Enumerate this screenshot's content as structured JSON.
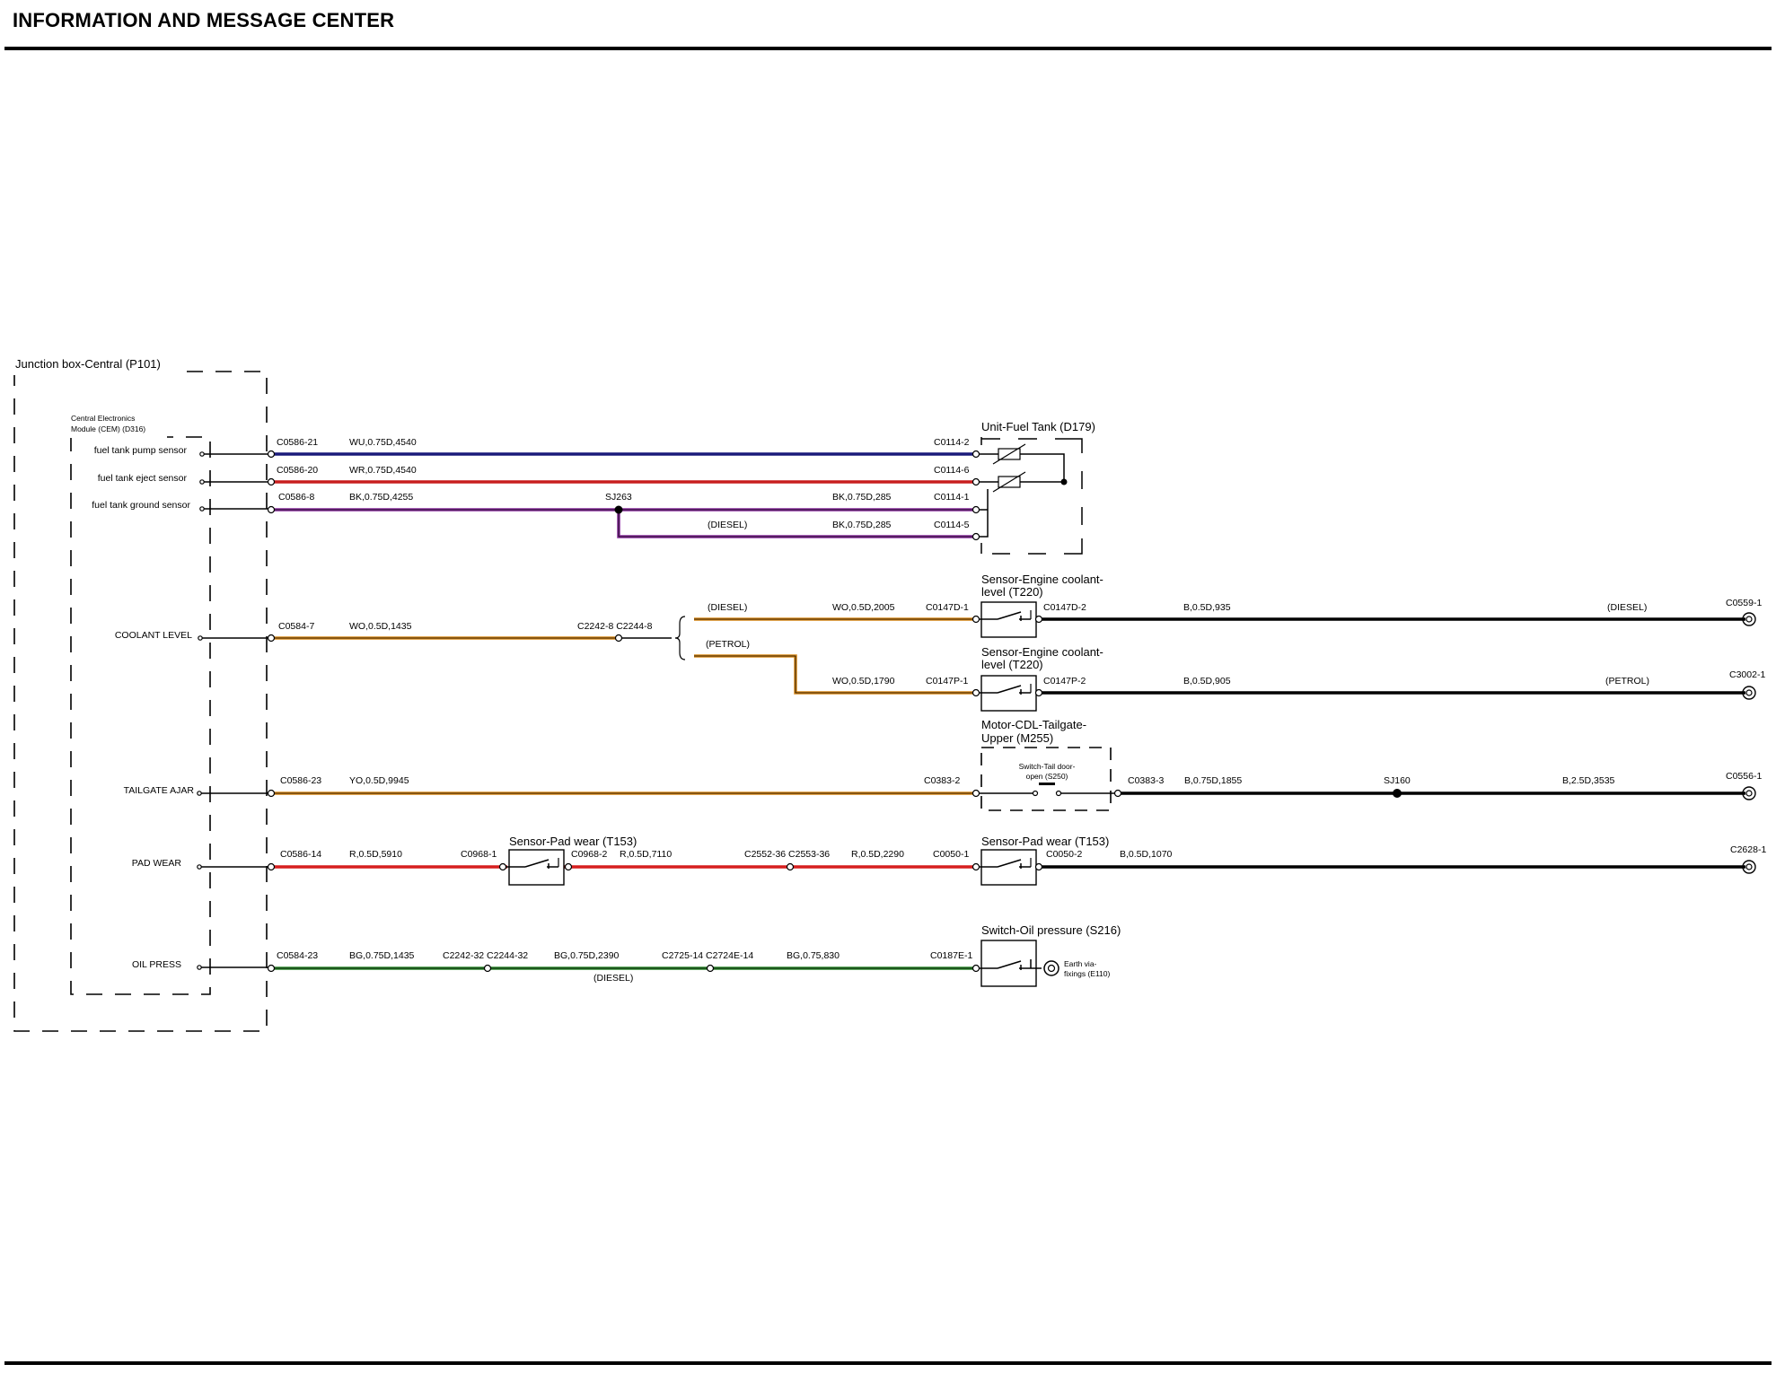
{
  "header": {
    "title": "INFORMATION AND MESSAGE CENTER"
  },
  "junction_box": {
    "label": "Junction box-Central (P101)",
    "module_line1": "Central Electronics",
    "module_line2": "Module (CEM) (D316)",
    "pins": {
      "pump": "fuel tank pump sensor",
      "eject": "fuel tank eject sensor",
      "ground": "fuel tank ground sensor",
      "coolant": "COOLANT LEVEL",
      "tailgate": "TAILGATE AJAR",
      "padwear": "PAD WEAR",
      "oil": "OIL PRESS"
    }
  },
  "components": {
    "fuel_tank": "Unit-Fuel Tank (D179)",
    "coolant_diesel_1": "Sensor-Engine coolant-",
    "coolant_diesel_2": "level (T220)",
    "coolant_petrol_1": "Sensor-Engine coolant-",
    "coolant_petrol_2": "level (T220)",
    "motor_1": "Motor-CDL-Tailgate-",
    "motor_2": "Upper (M255)",
    "switch_tail_1": "Switch-Tail door-",
    "switch_tail_2": "open (S250)",
    "padwear_1": "Sensor-Pad wear (T153)",
    "padwear_2": "Sensor-Pad wear (T153)",
    "oil_switch": "Switch-Oil pressure (S216)",
    "earth_1": "Earth via-",
    "earth_2": "fixings (E110)"
  },
  "wires": {
    "w1": {
      "from": "C0586-21",
      "spec": "WU,0.75D,4540",
      "to": "C0114-2",
      "color": "#1a1a7a"
    },
    "w2": {
      "from": "C0586-20",
      "spec": "WR,0.75D,4540",
      "to": "C0114-6",
      "color": "#c81e1e"
    },
    "w3": {
      "from": "C0586-8",
      "spec": "BK,0.75D,4255",
      "splice": "SJ263",
      "spec2": "BK,0.75D,285",
      "to": "C0114-1",
      "color": "#8a2f9e"
    },
    "w3b": {
      "variant": "(DIESEL)",
      "spec": "BK,0.75D,285",
      "to": "C0114-5"
    },
    "coolant": {
      "from": "C0584-7",
      "spec": "WO,0.5D,1435",
      "inline": "C2242-8 C2244-8",
      "color": "#d98a1a"
    },
    "coolant_diesel": {
      "variant": "(DIESEL)",
      "spec": "WO,0.5D,2005",
      "to": "C0147D-1",
      "out": "C0147D-2",
      "spec_out": "B,0.5D,935",
      "variant_out": "(DIESEL)",
      "end": "C0559-1"
    },
    "coolant_petrol": {
      "variant": "(PETROL)",
      "spec": "WO,0.5D,1790",
      "to": "C0147P-1",
      "out": "C0147P-2",
      "spec_out": "B,0.5D,905",
      "variant_out": "(PETROL)",
      "end": "C3002-1"
    },
    "tailgate": {
      "from": "C0586-23",
      "spec": "YO,0.5D,9945",
      "to": "C0383-2",
      "out": "C0383-3",
      "spec_out": "B,0.75D,1855",
      "splice": "SJ160",
      "spec_out2": "B,2.5D,3535",
      "end": "C0556-1",
      "color": "#d98a1a"
    },
    "padwear": {
      "from": "C0586-14",
      "spec": "R,0.5D,5910",
      "c1": "C0968-1",
      "c2": "C0968-2",
      "spec2": "R,0.5D,7110",
      "inline": "C2552-36 C2553-36",
      "spec3": "R,0.5D,2290",
      "to": "C0050-1",
      "out": "C0050-2",
      "spec_out": "B,0.5D,1070",
      "end": "C2628-1",
      "color": "#d61e1e"
    },
    "oil": {
      "from": "C0584-23",
      "spec": "BG,0.75D,1435",
      "inline1": "C2242-32 C2244-32",
      "spec2": "BG,0.75D,2390",
      "variant": "(DIESEL)",
      "inline2": "C2725-14 C2724E-14",
      "spec3": "BG,0.75,830",
      "to": "C0187E-1",
      "color": "#2e8b2e"
    }
  }
}
